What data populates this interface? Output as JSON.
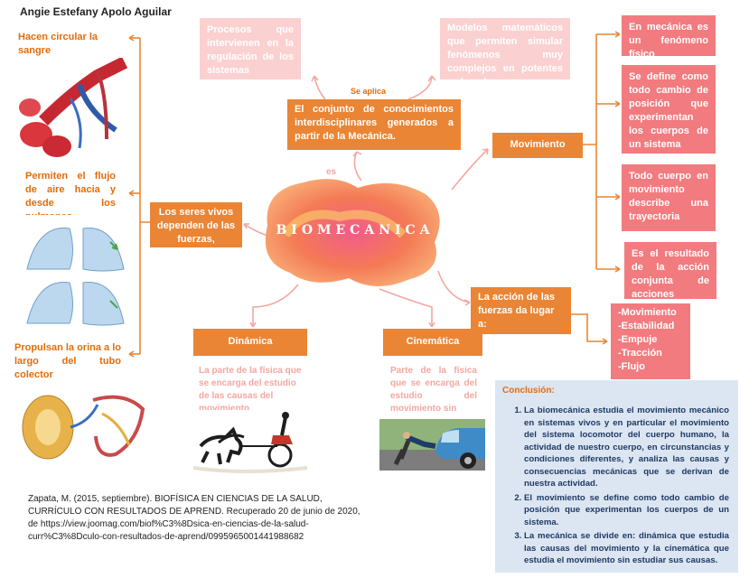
{
  "author": "Angie Estefany Apolo Aguilar",
  "center_word": "BIOMECANICA",
  "center_box": "El conjunto de conocimientos interdisciplinares generados a partir de la Mecánica.",
  "se_aplica": "Se aplica",
  "es": "es",
  "top_left_box": "Procesos que intervienen en la regulación de los sistemas",
  "top_mid_box": "Modelos matemáticos que permiten simular fenómenos muy complejos en potentes ordenadores",
  "seres_vivos_box": "Los seres vivos dependen de las fuerzas, ejemplos:",
  "examples": [
    "Hacen circular la sangre",
    "Permiten el flujo de aire hacia y desde los pulmones",
    "Propulsan la orina a lo largo del tubo colector"
  ],
  "movimiento_box": "Movimiento",
  "movimiento_defs": [
    "En mecánica es un fenómeno físico",
    "Se define como todo cambio de posición que experimentan los cuerpos de un sistema",
    "Todo cuerpo en movimiento describe una trayectoria",
    "Es el resultado de la acción conjunta de acciones"
  ],
  "fuerzas_box": "La acción de las fuerzas da lugar a:",
  "fuerzas_list": [
    "-Movimiento",
    "-Estabilidad",
    "-Empuje",
    "-Tracción",
    "-Flujo"
  ],
  "dinamica": {
    "title": "Dinámica",
    "text": "La parte de la física que se encarga del estudio de las causas del movimiento"
  },
  "cinematica": {
    "title": "Cinemática",
    "text": "Parte de la física que se encarga del estudio del movimiento sin"
  },
  "reference": "Zapata, M. (2015, septiembre). BIOFÍSICA EN CIENCIAS DE LA SALUD, CURRÍCULO CON RESULTADOS DE APREND. Recuperado 20 de junio de 2020, de https://view.joomag.com/biof%C3%8Dsica-en-ciencias-de-la-salud-curr%C3%8Dculo-con-resultados-de-aprend/0995965001441988682",
  "conclusion": {
    "title": "Conclusión:",
    "items": [
      "La biomecánica estudia el movimiento mecánico en sistemas vivos y en particular el movimiento del sistema locomotor del cuerpo humano, la actividad de nuestro cuerpo, en circunstancias y condiciones diferentes, y analiza las causas y consecuencias mecánicas que se derivan de nuestra actividad.",
      "El movimiento se define como todo cambio de posición que experimentan los cuerpos de un sistema.",
      "La mecánica se divide en: dinámica que estudia las causas del movimiento y la cinemática que estudia el movimiento sin estudiar sus causas."
    ]
  },
  "colors": {
    "orange": "#e98535",
    "orange_text": "#e46c0a",
    "pink_light": "#fbd0d0",
    "pink": "#f27b7f",
    "conclusion_bg": "#dce6f2"
  }
}
